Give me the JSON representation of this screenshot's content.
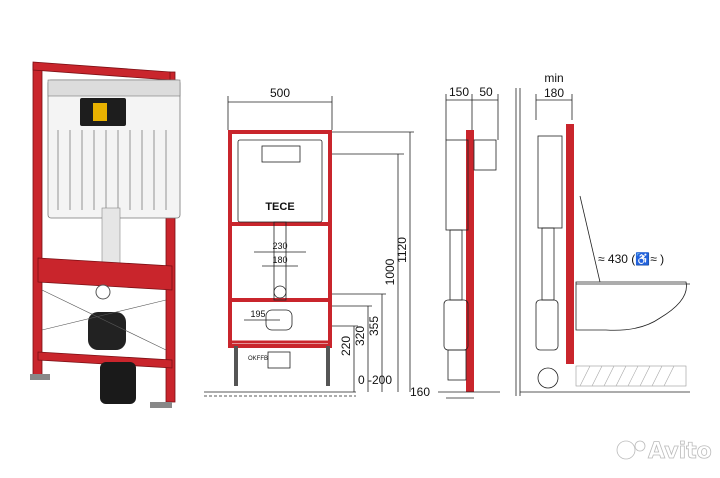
{
  "brand": {
    "tank_logo": "TECE",
    "plate_label": "OKFFB",
    "watermark": "Avito"
  },
  "dimensions": {
    "width_500": "500",
    "depth_150": "150",
    "depth_50": "50",
    "min_label": "min",
    "min_180": "180",
    "height_1000": "1000",
    "height_1120": "1120",
    "pipe_230": "230",
    "pipe_180": "180",
    "offset_195": "195",
    "h_355": "355",
    "h_320": "320",
    "h_220": "220",
    "adjust_0_200": "0 -200",
    "depth_160": "160",
    "seat_height": "≈ 430 (♿≈       )"
  },
  "colors": {
    "frame_red": "#c9252c",
    "frame_dark": "#7a0f14",
    "tank_white": "#f4f4f4",
    "line": "#222222"
  }
}
